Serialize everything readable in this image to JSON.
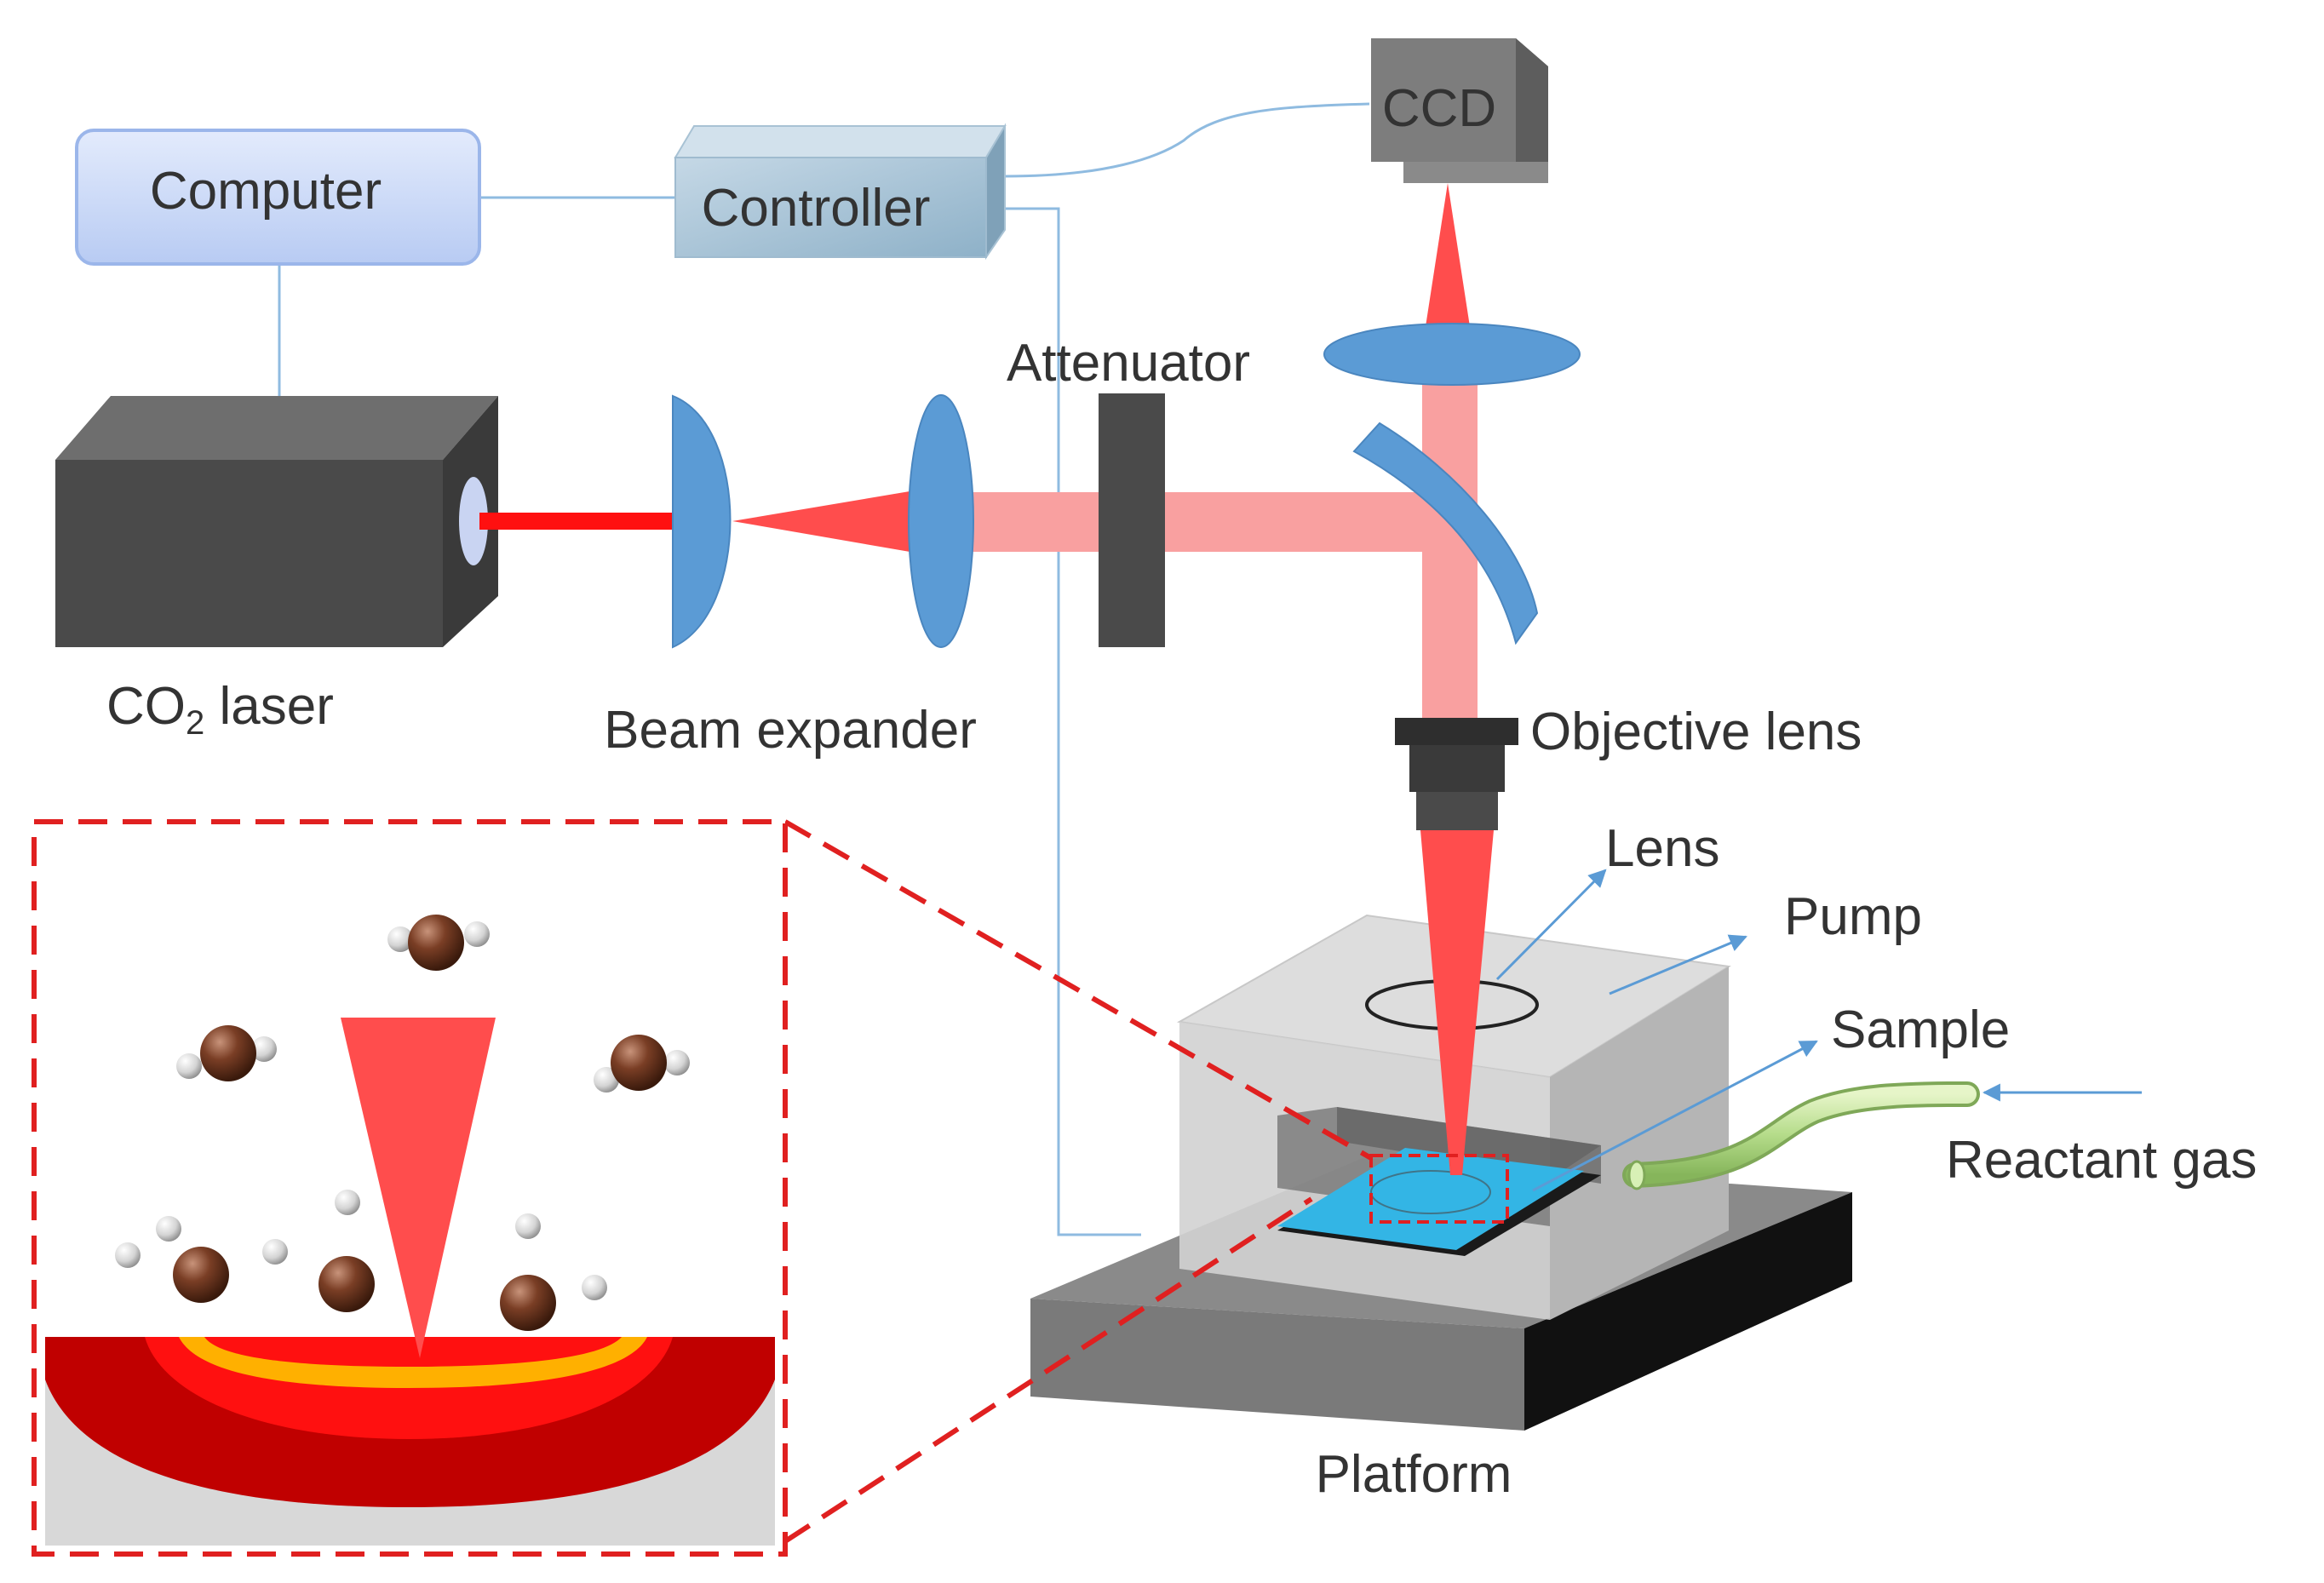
{
  "labels": {
    "computer": "Computer",
    "controller": "Controller",
    "ccd": "CCD",
    "attenuator": "Attenuator",
    "co2_laser_prefix": "CO",
    "co2_laser_subscript": "2",
    "co2_laser_suffix": " laser",
    "beam_expander": "Beam expander",
    "objective_lens": "Objective lens",
    "lens": "Lens",
    "pump": "Pump",
    "sample": "Sample",
    "reactant_gas": "Reactant gas",
    "platform": "Platform"
  },
  "colors": {
    "laser_beam": "#ff4d4d",
    "expanded_beam": "#f9a0a0",
    "optics_blue": "#5b9bd5",
    "dark_device": "#4a4a4a",
    "computer_fill": "#c9d7f7",
    "sample_blue": "#33b5e5",
    "inset_border": "#e02020",
    "heat_outer": "#c00000",
    "heat_mid": "#ff1010",
    "heat_inner": "#ffb000"
  }
}
